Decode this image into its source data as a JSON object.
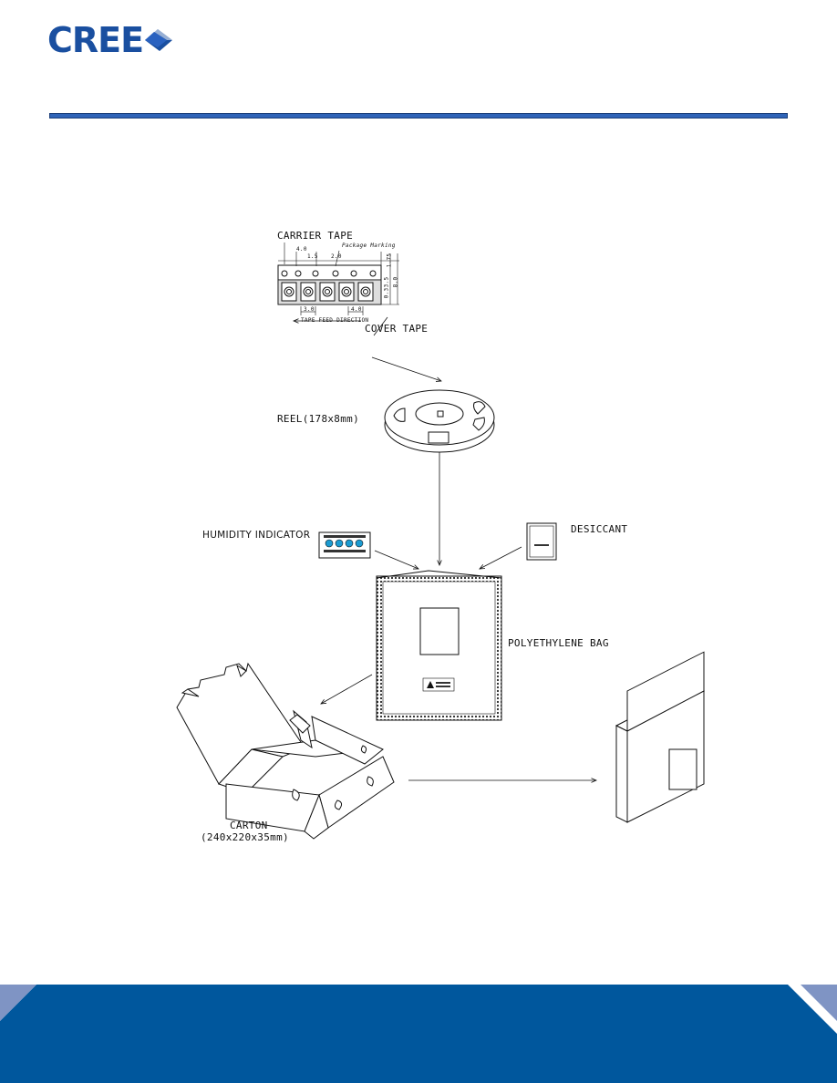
{
  "header": {
    "logo_text": "CREE"
  },
  "diagram": {
    "carrier_tape": "CARRIER TAPE",
    "package_marking": "Package Marking",
    "dim_4_0_top": "4.0",
    "dim_1_5": "1.5",
    "dim_2_0": "2.0",
    "dim_3_0": "3.0",
    "dim_4_0_bottom": "4.0",
    "dim_8_0": "8.0",
    "dim_3_5": "3.5",
    "dim_1_75": "1.75",
    "dim_0_3": "0.3",
    "tape_feed": "TAPE FEED DIRECTION",
    "cover_tape": "COVER TAPE",
    "reel": "REEL(178x8mm)",
    "humidity": "HUMIDITY INDICATOR",
    "desiccant": "DESICCANT",
    "bag": "POLYETHYLENE BAG",
    "carton": "CARTON",
    "carton_size": "(240x220x35mm)"
  }
}
